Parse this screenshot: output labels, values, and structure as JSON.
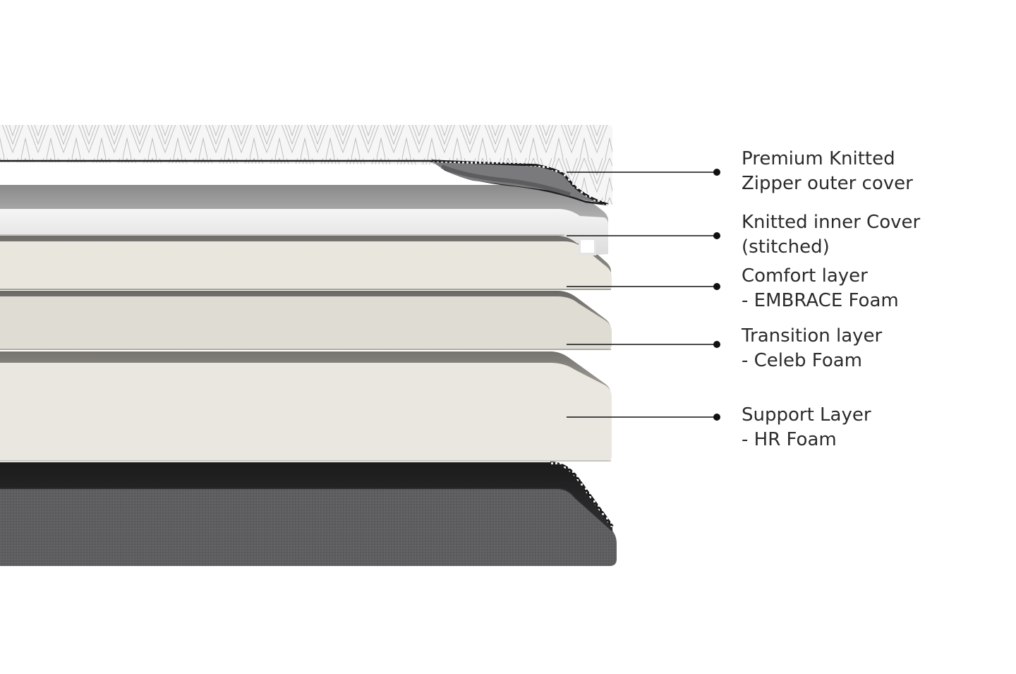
{
  "diagram": {
    "layers": [
      {
        "id": "outer-cover",
        "label_line1": "Premium Knitted",
        "label_line2": "Zipper outer cover",
        "color": "#efefef",
        "pattern": "knitted-chevron"
      },
      {
        "id": "inner-cover",
        "label_line1": "Knitted inner Cover",
        "label_line2": "(stitched)",
        "color": "#e6e6e6"
      },
      {
        "id": "comfort-layer",
        "label_line1": "Comfort layer",
        "label_line2": "- EMBRACE Foam",
        "color": "#e9e6de"
      },
      {
        "id": "transition-layer",
        "label_line1": "Transition layer",
        "label_line2": "- Celeb Foam",
        "color": "#e0ddd5"
      },
      {
        "id": "support-layer",
        "label_line1": "Support Layer",
        "label_line2": "- HR Foam",
        "color": "#e8e6df"
      },
      {
        "id": "base-cover",
        "color": "#5d5d5f"
      }
    ],
    "colors": {
      "callout_line": "#111111",
      "label_text": "#2b2b2b",
      "zipper_dark": "#2a2a2c",
      "background": "#ffffff"
    }
  }
}
